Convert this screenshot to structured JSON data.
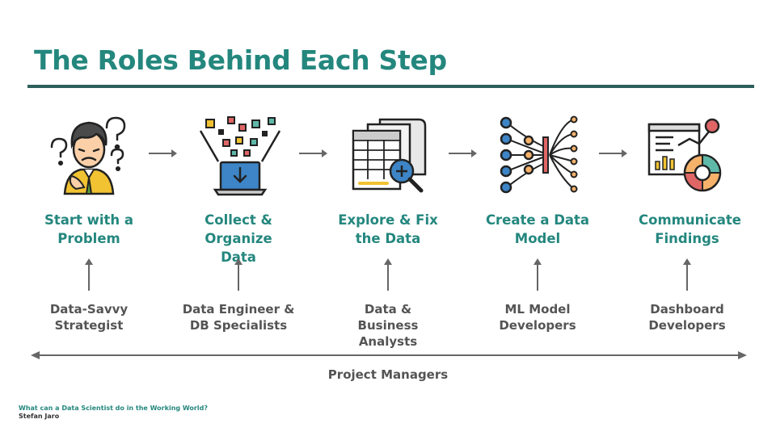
{
  "title": "The Roles Behind Each Step",
  "steps": [
    {
      "label": "Start with a Problem",
      "role": "Data-Savvy Strategist",
      "icon": "confused-person-icon"
    },
    {
      "label": "Collect & Organize Data",
      "role": "Data Engineer & DB Specialists",
      "icon": "data-collection-laptop-icon"
    },
    {
      "label": "Explore & Fix the Data",
      "role": "Data & Business Analysts",
      "icon": "spreadsheet-magnifier-icon"
    },
    {
      "label": "Create a Data Model",
      "role": "ML Model Developers",
      "icon": "neural-network-icon"
    },
    {
      "label": "Communicate Findings",
      "role": "Dashboard Developers",
      "icon": "dashboard-charts-icon"
    }
  ],
  "span_role": "Project Managers",
  "footer": {
    "line1": "What can a Data Scientist do in the Working World?",
    "line2": "Stefan Jaro"
  },
  "colors": {
    "accent": "#24877e",
    "rule": "#2e5e5b",
    "role_text": "#545454",
    "arrow": "#666666"
  }
}
